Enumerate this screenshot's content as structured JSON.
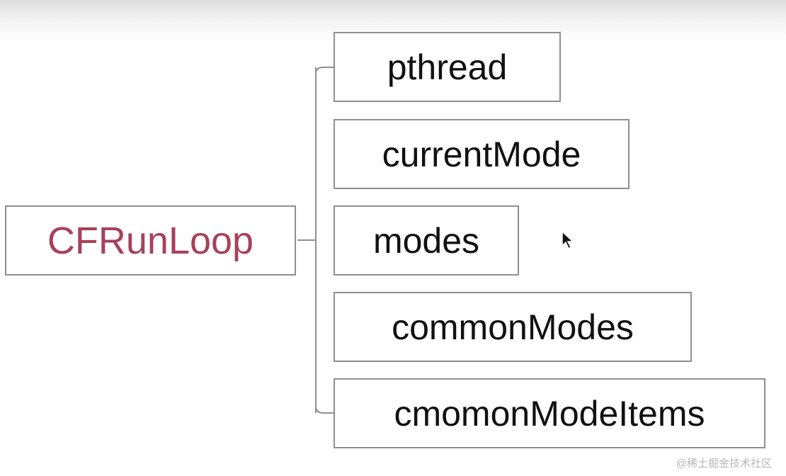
{
  "diagram": {
    "root": {
      "label": "CFRunLoop"
    },
    "children": [
      {
        "label": "pthread"
      },
      {
        "label": "currentMode"
      },
      {
        "label": "modes"
      },
      {
        "label": "commonModes"
      },
      {
        "label": "cmomonModeItems"
      }
    ]
  },
  "watermark": "@稀土掘金技术社区",
  "colors": {
    "root_text": "#a7415a",
    "child_text": "#111111",
    "box_border": "#8f8f8f",
    "connector": "#8f8f8f"
  }
}
